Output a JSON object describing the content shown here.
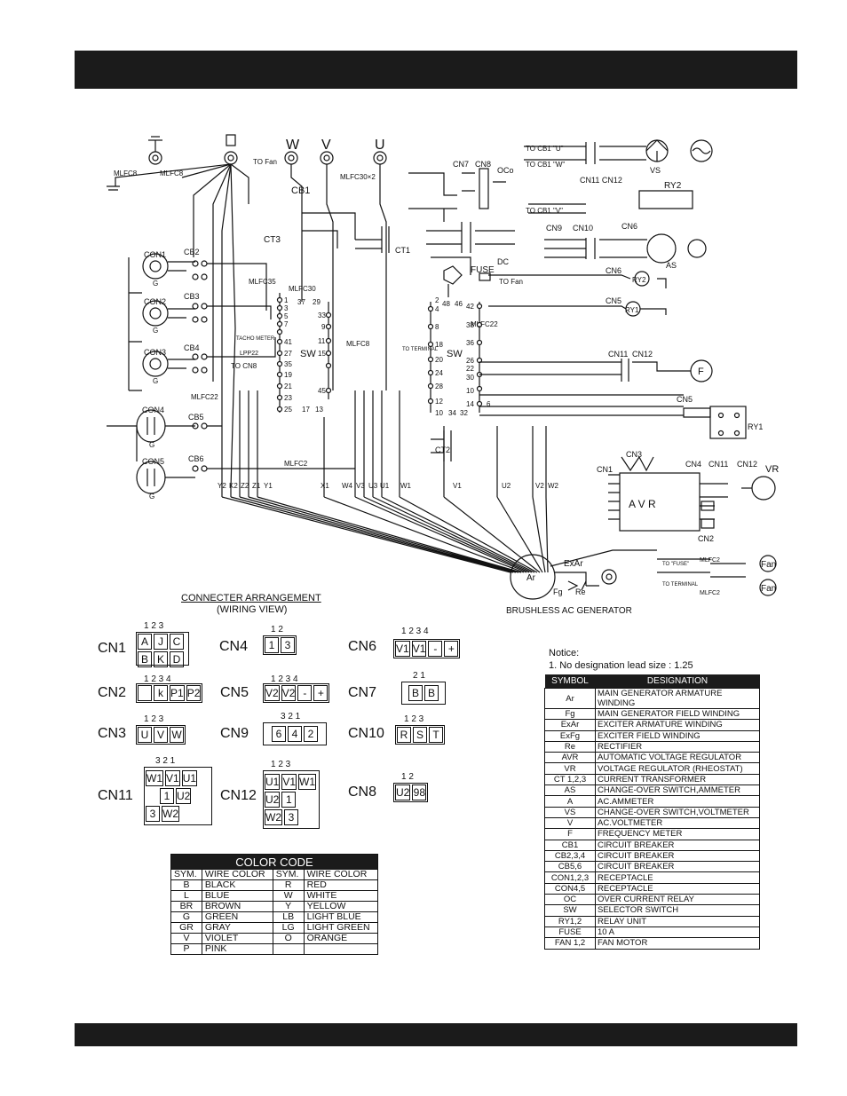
{
  "diagram": {
    "terminals_top": [
      "W",
      "V",
      "U"
    ],
    "left_labels": [
      "MLFC8",
      "MLFC8",
      "CB1",
      "CON1",
      "CON2",
      "CON3",
      "CON4",
      "CON5",
      "CB2",
      "CB3",
      "CB4",
      "CB5",
      "CB6",
      "MLFC2",
      "MLFC22",
      "MLFC35",
      "MLFC22"
    ],
    "center_labels": [
      "TO Fan",
      "MLFC30×2",
      "CT3",
      "CN7",
      "CN8",
      "OCo",
      "CT1",
      "DC",
      "FUSE",
      "TO Fan",
      "SW",
      "SW",
      "CT2",
      "TO TERMINAL",
      "TACHO METER",
      "TO CN8",
      "LPP22",
      "MLFC30",
      "MLFC8"
    ],
    "right_labels": [
      "TO CB1 \"U\"",
      "TO CB1 \"W\"",
      "VS",
      "CN11 CN12",
      "RY2",
      "TO CB1 \"V\"",
      "CN6",
      "CN9",
      "CN10",
      "AS",
      "CN6",
      "RY2",
      "CN5",
      "RY1",
      "CN11",
      "CN12",
      "F",
      "CN5",
      "RY1",
      "CN3",
      "CN1",
      "CN4",
      "CN11",
      "CN12",
      "VR",
      "A V R",
      "CN2",
      "TO \"FUSE\"",
      "TO TERMINAL",
      "MLFC2",
      "MLFC2",
      "Fan",
      "Fan",
      "ExAr",
      "Ar",
      "Fg",
      "Re",
      "BRUSHLESS AC GENERATOR"
    ],
    "bottom_wire_labels": [
      "Y2",
      "K2",
      "Z2",
      "Z1",
      "Y1",
      "X1",
      "W4",
      "V3",
      "U3",
      "U1",
      "W1",
      "V1",
      "U2",
      "V2",
      "W2"
    ],
    "sw_left_numbers": [
      "1",
      "3",
      "5",
      "7",
      "41",
      "27",
      "35",
      "19",
      "21",
      "23",
      "25",
      "17",
      "13"
    ],
    "sw_center_numbers": [
      "37",
      "29",
      "33",
      "9",
      "11",
      "15",
      "45"
    ],
    "sw_right_numbers": [
      "2",
      "4",
      "8",
      "18",
      "20",
      "24",
      "28",
      "12",
      "10",
      "34",
      "32",
      "48",
      "46",
      "42",
      "38",
      "36",
      "26",
      "22",
      "30",
      "10",
      "14",
      "6"
    ],
    "ground_labels": [
      "G",
      "G",
      "G",
      "G",
      "G"
    ]
  },
  "connector_arrangement": {
    "title": "CONNECTER ARRANGEMENT",
    "subtitle": "(WIRING VIEW)",
    "connectors": [
      {
        "name": "CN1",
        "pins": "1 2 3",
        "cells": [
          "A",
          "J",
          "C",
          "B",
          "K",
          "D"
        ]
      },
      {
        "name": "CN2",
        "pins": "1 2 3 4",
        "cells": [
          "",
          "k",
          "P1",
          "P2"
        ]
      },
      {
        "name": "CN3",
        "pins": "1 2 3",
        "cells": [
          "U",
          "V",
          "W"
        ]
      },
      {
        "name": "CN4",
        "pins": "1 2",
        "cells": [
          "1",
          "3"
        ]
      },
      {
        "name": "CN5",
        "pins": "1 2 3 4",
        "cells": [
          "V2",
          "V2",
          "-",
          "+"
        ]
      },
      {
        "name": "CN9",
        "pins": "3 2 1",
        "cells": [
          "6",
          "4",
          "2"
        ]
      },
      {
        "name": "CN6",
        "pins": "1 2 3 4",
        "cells": [
          "V1",
          "V1",
          "-",
          "+"
        ]
      },
      {
        "name": "CN7",
        "pins": "2 1",
        "cells": [
          "B",
          "B"
        ]
      },
      {
        "name": "CN10",
        "pins": "1 2 3",
        "cells": [
          "R",
          "S",
          "T"
        ]
      },
      {
        "name": "CN11",
        "pins": "3 2 1",
        "cells": [
          "W1",
          "V1",
          "U1",
          "",
          "1",
          "U2",
          "",
          "3",
          "W2"
        ]
      },
      {
        "name": "CN12",
        "pins": "1 2 3",
        "cells": [
          "U1",
          "V1",
          "W1",
          "U2",
          "1",
          "",
          "W2",
          "3",
          ""
        ]
      },
      {
        "name": "CN8",
        "pins": "1 2",
        "cells": [
          "U2",
          "98"
        ]
      }
    ]
  },
  "color_code": {
    "title": "COLOR CODE",
    "headers": [
      "SYM.",
      "WIRE COLOR",
      "SYM.",
      "WIRE COLOR"
    ],
    "rows": [
      [
        "B",
        "BLACK",
        "R",
        "RED"
      ],
      [
        "L",
        "BLUE",
        "W",
        "WHITE"
      ],
      [
        "BR",
        "BROWN",
        "Y",
        "YELLOW"
      ],
      [
        "G",
        "GREEN",
        "LB",
        "LIGHT BLUE"
      ],
      [
        "GR",
        "GRAY",
        "LG",
        "LIGHT GREEN"
      ],
      [
        "V",
        "VIOLET",
        "O",
        "ORANGE"
      ],
      [
        "P",
        "PINK",
        "",
        ""
      ]
    ]
  },
  "notice": {
    "title": "Notice:",
    "line": "1. No designation lead size : 1.25"
  },
  "symbols": {
    "headers": [
      "SYMBOL",
      "DESIGNATION"
    ],
    "rows": [
      [
        "Ar",
        "MAIN GENERATOR ARMATURE WINDING"
      ],
      [
        "Fg",
        "MAIN GENERATOR FIELD WINDING"
      ],
      [
        "ExAr",
        "EXCITER ARMATURE WINDING"
      ],
      [
        "ExFg",
        "EXCITER FIELD WINDING"
      ],
      [
        "Re",
        "RECTIFIER"
      ],
      [
        "AVR",
        "AUTOMATIC VOLTAGE REGULATOR"
      ],
      [
        "VR",
        "VOLTAGE REGULATOR (RHEOSTAT)"
      ],
      [
        "CT 1,2,3",
        "CURRENT TRANSFORMER"
      ],
      [
        "AS",
        "CHANGE-OVER SWITCH,AMMETER"
      ],
      [
        "A",
        "AC.AMMETER"
      ],
      [
        "VS",
        "CHANGE-OVER SWITCH,VOLTMETER"
      ],
      [
        "V",
        "AC.VOLTMETER"
      ],
      [
        "F",
        "FREQUENCY METER"
      ],
      [
        "CB1",
        "CIRCUIT BREAKER"
      ],
      [
        "CB2,3,4",
        "CIRCUIT BREAKER"
      ],
      [
        "CB5,6",
        "CIRCUIT BREAKER"
      ],
      [
        "CON1,2,3",
        "RECEPTACLE"
      ],
      [
        "CON4,5",
        "RECEPTACLE"
      ],
      [
        "OC",
        "OVER CURRENT RELAY"
      ],
      [
        "SW",
        "SELECTOR SWITCH"
      ],
      [
        "RY1,2",
        "RELAY UNIT"
      ],
      [
        "FUSE",
        "10 A"
      ],
      [
        "FAN 1,2",
        "FAN MOTOR"
      ]
    ]
  }
}
